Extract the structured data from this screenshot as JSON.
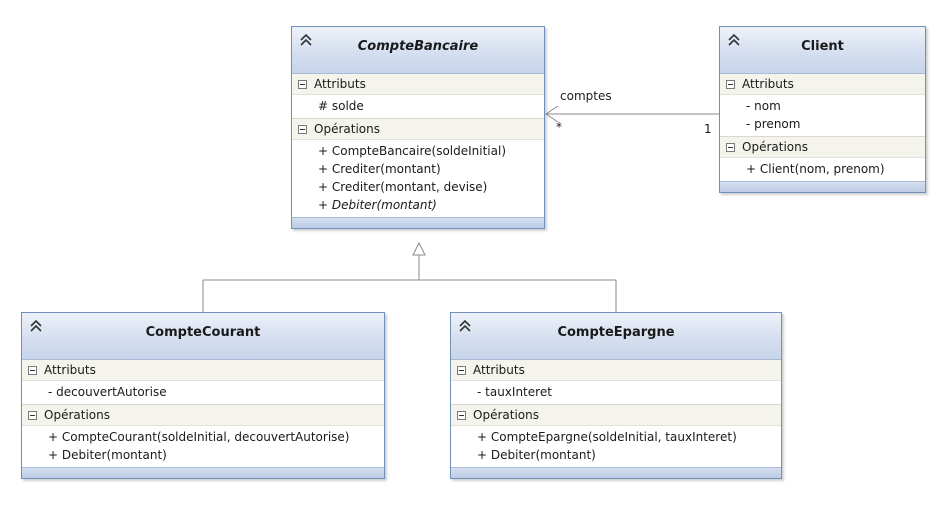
{
  "classes": {
    "compte_bancaire": {
      "name": "CompteBancaire",
      "attributes_label": "Attributs",
      "attributes": [
        "# solde"
      ],
      "operations_label": "Opérations",
      "operations": [
        "+ CompteBancaire(soldeInitial)",
        "+ Crediter(montant)",
        "+ Crediter(montant, devise)",
        "+ Debiter(montant)"
      ]
    },
    "client": {
      "name": "Client",
      "attributes_label": "Attributs",
      "attributes": [
        "- nom",
        "- prenom"
      ],
      "operations_label": "Opérations",
      "operations": [
        "+ Client(nom, prenom)"
      ]
    },
    "compte_courant": {
      "name": "CompteCourant",
      "attributes_label": "Attributs",
      "attributes": [
        "- decouvertAutorise"
      ],
      "operations_label": "Opérations",
      "operations": [
        "+ CompteCourant(soldeInitial, decouvertAutorise)",
        "+ Debiter(montant)"
      ]
    },
    "compte_epargne": {
      "name": "CompteEpargne",
      "attributes_label": "Attributs",
      "attributes": [
        "- tauxInteret"
      ],
      "operations_label": "Opérations",
      "operations": [
        "+ CompteEpargne(soldeInitial, tauxInteret)",
        "+ Debiter(montant)"
      ]
    }
  },
  "association": {
    "role": "comptes",
    "target_multiplicity": "*",
    "source_multiplicity": "1"
  },
  "colors": {
    "border": "#6f8fbc",
    "header": "#d5dff0",
    "section": "#f4f4ec",
    "connector": "#8a8a8a"
  },
  "icons": {
    "collapse": "double-chevron-up-icon",
    "section_toggle": "minus-box-icon"
  }
}
